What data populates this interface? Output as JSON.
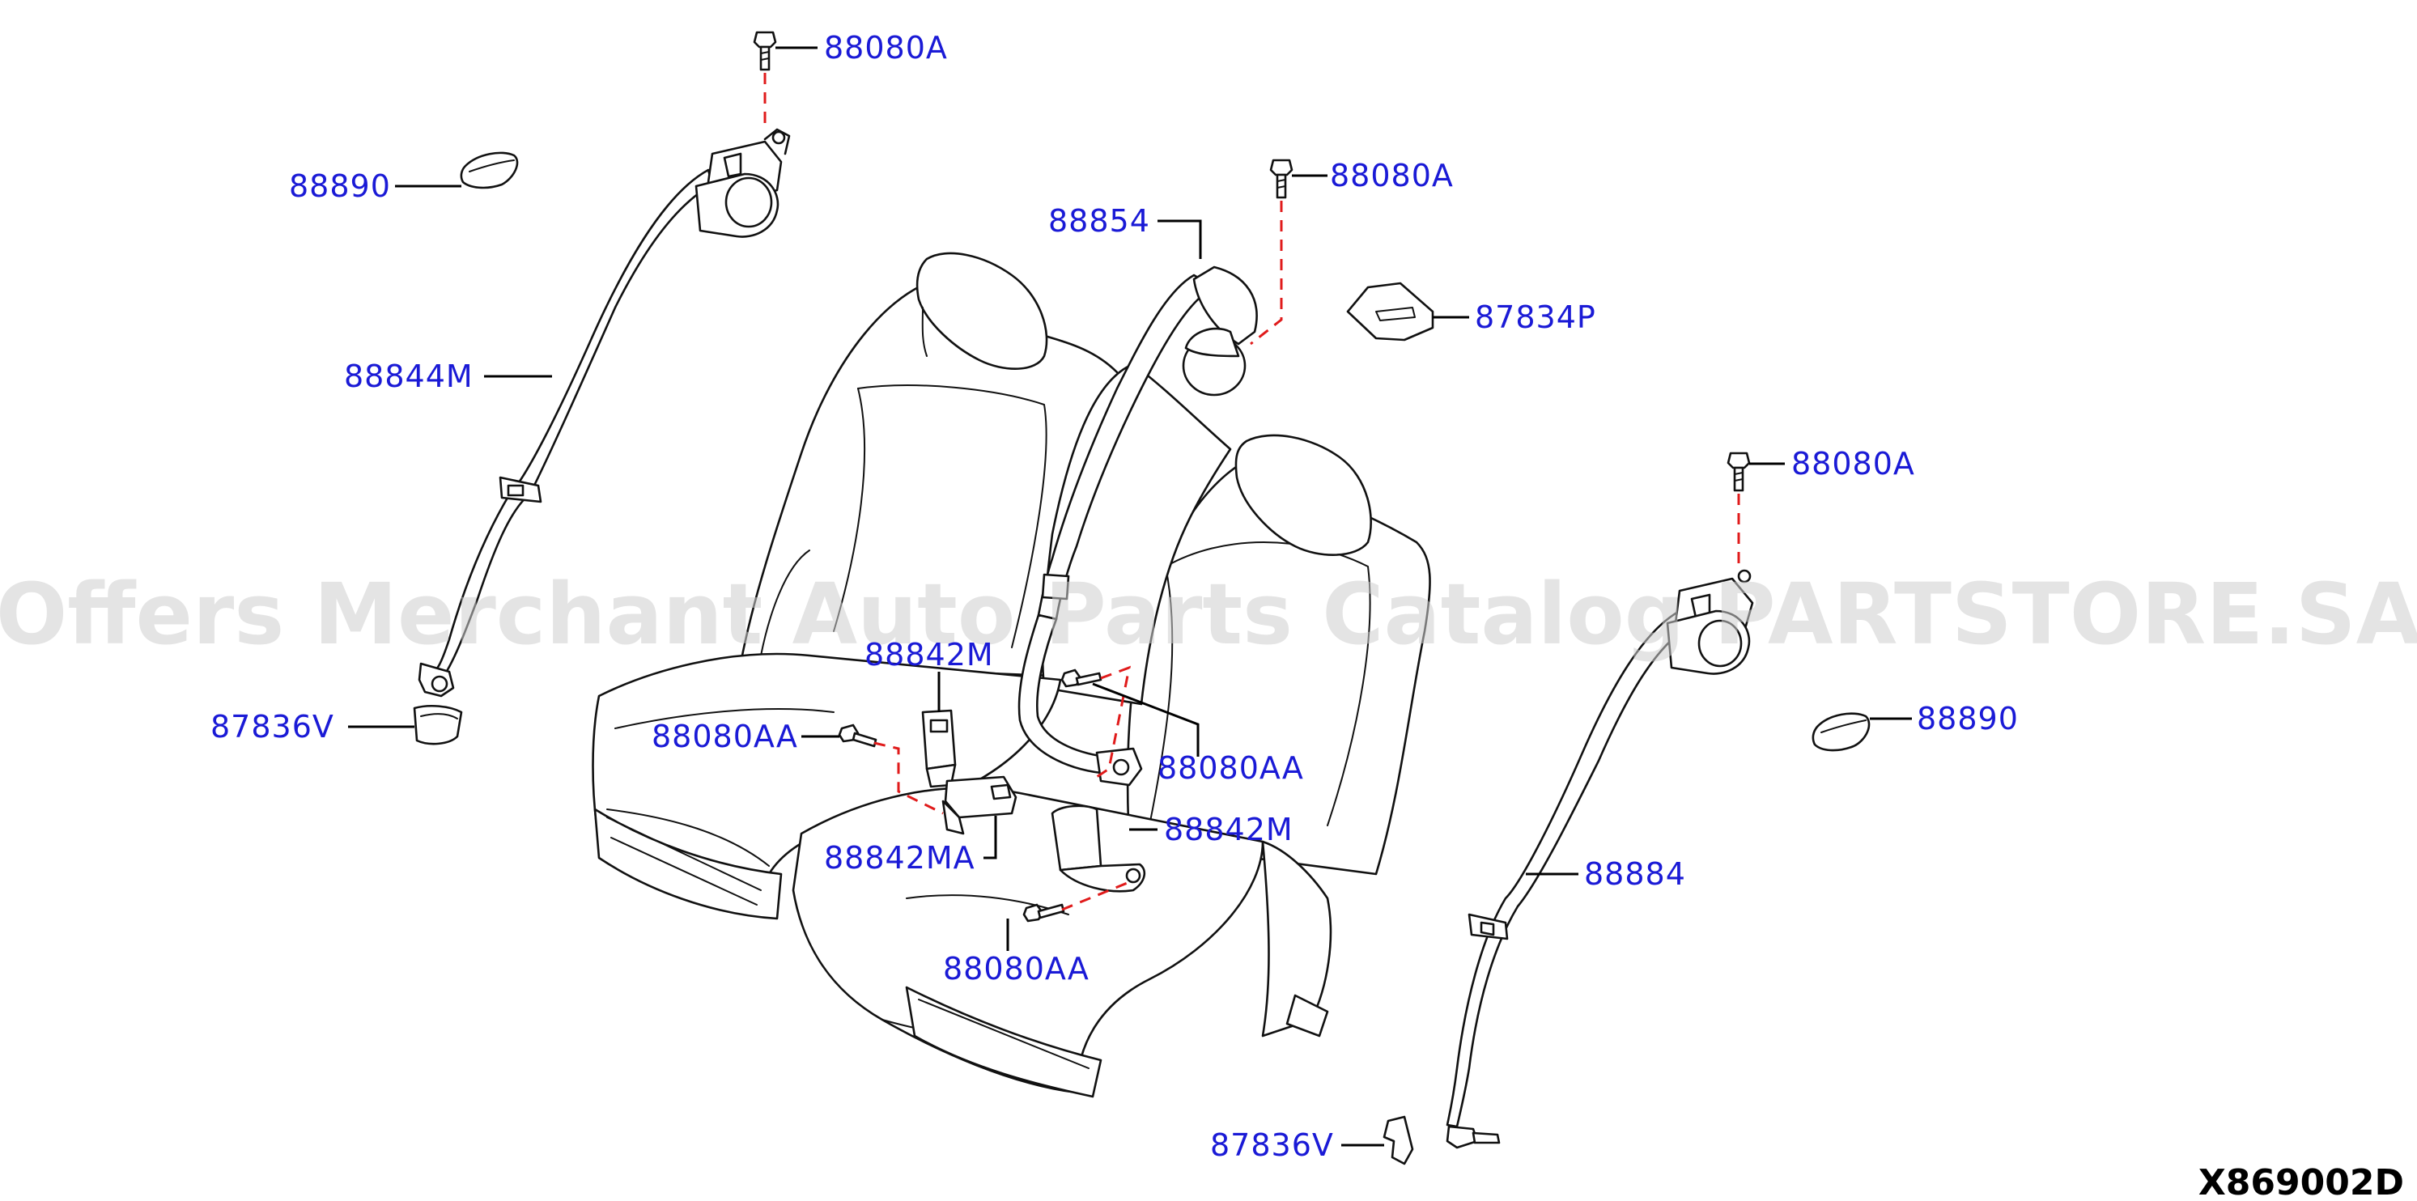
{
  "watermark": "Offers Merchant Auto Parts Catalog PARTSTORE.SA",
  "figure_code": "X869002D",
  "callouts": {
    "bolt_top_left": "88080A",
    "cover_left": "88890",
    "belt_left": "88844M",
    "escutcheon_left": "87836V",
    "belt_center": "88854",
    "bolt_center_top": "88080A",
    "bezel": "87834P",
    "bolt_right_top": "88080A",
    "cover_right": "88890",
    "buckle_left_upper": "88842M",
    "bolt_buckle_left": "88080AA",
    "bolt_buckle_center": "88080AA",
    "buckle_ma": "88842MA",
    "buckle_center": "88842M",
    "bolt_bottom": "88080AA",
    "belt_right": "88884",
    "escutcheon_right": "87836V"
  },
  "icons": {
    "bolt": "bolt-icon",
    "buckle": "buckle-icon",
    "retractor": "retractor-icon"
  },
  "colors": {
    "label": "#1a1ad6",
    "dashed_line": "#e01b1b",
    "watermark": "#cfcfcf"
  }
}
